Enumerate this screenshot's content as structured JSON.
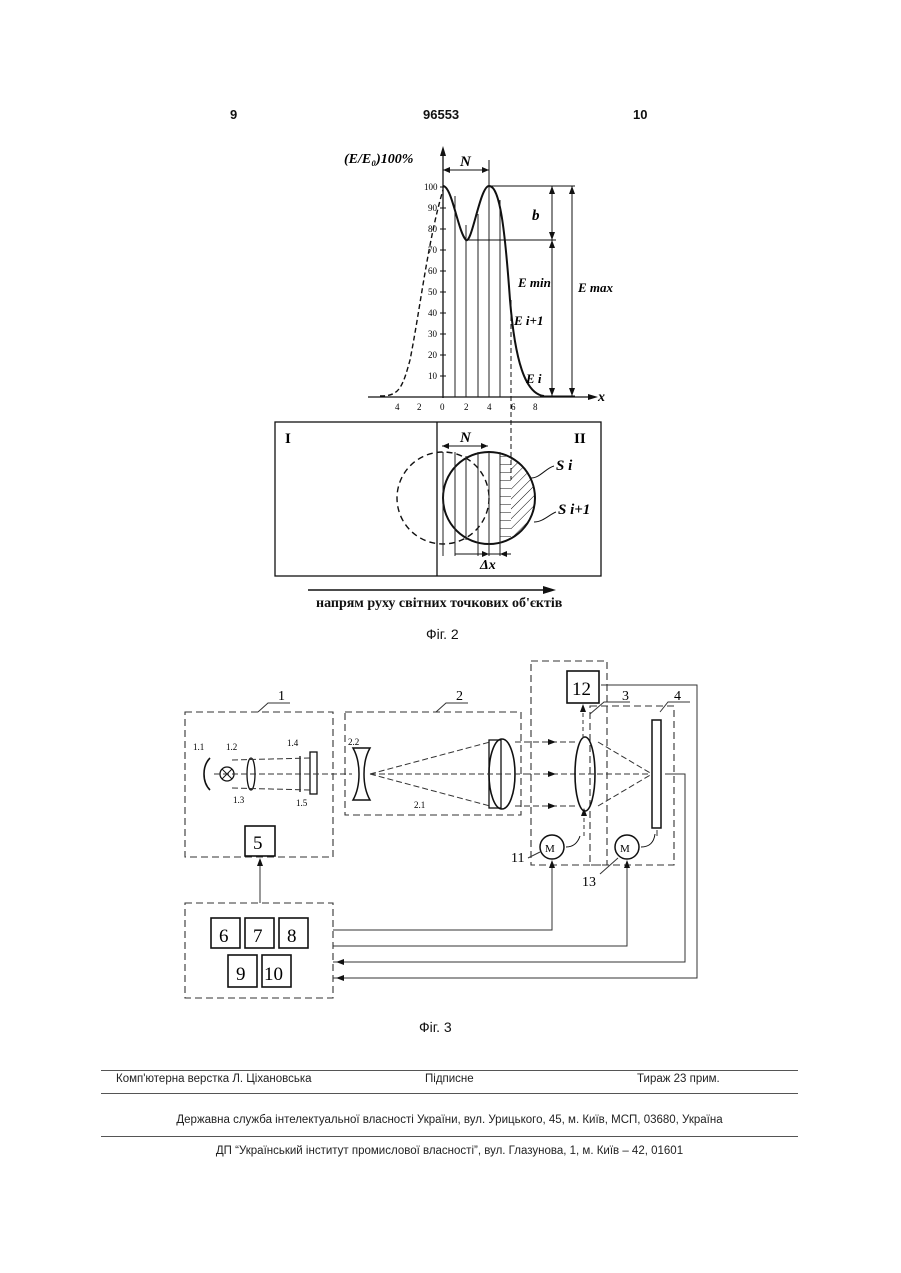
{
  "header": {
    "left_page": "9",
    "patent_number": "96553",
    "right_page": "10"
  },
  "fig2": {
    "y_axis_label": "(E/E₀)100%",
    "x_axis_label": "x",
    "y_ticks": [
      "100",
      "90",
      "80",
      "70",
      "60",
      "50",
      "40",
      "30",
      "20",
      "10"
    ],
    "x_ticks": [
      "4",
      "2",
      "0",
      "2",
      "4",
      "6",
      "8"
    ],
    "label_N_top": "N",
    "label_b": "b",
    "label_E_min": "E min",
    "label_E_max": "E max",
    "label_E_i1": "E i+1",
    "label_E_i": "E i",
    "zone_I": "I",
    "zone_II": "II",
    "label_N_bottom": "N",
    "label_S_i": "S i",
    "label_S_i1": "S i+1",
    "label_dx": "Δx",
    "direction_text": "напрям руху світних точкових об'єктів",
    "caption": "Фіг. 2"
  },
  "fig3": {
    "block_labels": [
      "1",
      "2",
      "3",
      "4",
      "5",
      "6",
      "7",
      "8",
      "9",
      "10",
      "11",
      "12",
      "13"
    ],
    "sub_labels": [
      "1.1",
      "1.2",
      "1.3",
      "1.4",
      "1.5",
      "2.1",
      "2.2"
    ],
    "motor_label": "M",
    "caption": "Фіг. 3"
  },
  "footer": {
    "typesetting": "Комп'ютерна верстка Л. Ціхановська",
    "signed": "Підписне",
    "circulation": "Тираж 23 прим.",
    "service": "Державна служба інтелектуальної власності України, вул. Урицького, 45, м. Київ, МСП, 03680, Україна",
    "institute": "ДП “Український інститут промислової власності”, вул. Глазунова, 1, м. Київ – 42, 01601"
  }
}
